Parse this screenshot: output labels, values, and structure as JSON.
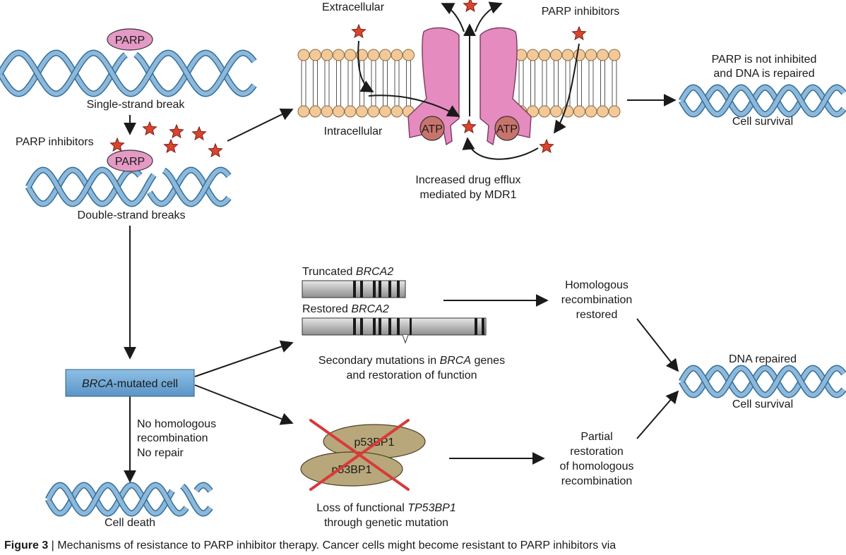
{
  "labels": {
    "parp": "PARP",
    "single_strand_break": "Single-strand break",
    "parp_inhibitors_left": "PARP inhibitors",
    "double_strand_breaks": "Double-strand breaks",
    "extracellular": "Extracellular",
    "intracellular": "Intracellular",
    "parp_inhibitors_top": "PARP inhibitors",
    "atp": "ATP",
    "efflux_line1": "Increased drug efflux",
    "efflux_line2": "mediated by MDR1",
    "not_inhibited_line1": "PARP is not inhibited",
    "not_inhibited_line2": "and DNA is repaired",
    "cell_survival_top": "Cell survival",
    "brca_cell_italic": "BRCA",
    "brca_cell_rest": "-mutated cell",
    "no_hr_line1": "No homologous",
    "no_hr_line2": "recombination",
    "no_hr_line3": "No repair",
    "cell_death": "Cell death",
    "truncated_prefix": "Truncated ",
    "truncated_gene": "BRCA2",
    "restored_prefix": "Restored ",
    "restored_gene": "BRCA2",
    "secondary_line1_a": "Secondary mutations in ",
    "secondary_line1_b": "BRCA",
    "secondary_line1_c": " genes",
    "secondary_line2": "and restoration of function",
    "hr_restored_line1": "Homologous",
    "hr_restored_line2": "recombination",
    "hr_restored_line3": "restored",
    "dna_repaired": "DNA repaired",
    "cell_survival_bottom": "Cell survival",
    "p53bp1": "p53BP1",
    "loss_line1_a": "Loss of functional ",
    "loss_line1_b": "TP53BP1",
    "loss_line2": "through genetic mutation",
    "partial_line1": "Partial",
    "partial_line2": "restoration",
    "partial_line3": "of homologous",
    "partial_line4": "recombination"
  },
  "caption": {
    "figure_label": "Figure 3",
    "separator": " | ",
    "text": "Mechanisms of resistance to PARP inhibitor therapy. Cancer cells might become resistant to PARP inhibitors via"
  },
  "colors": {
    "dna_strand": "#8fb8d8",
    "dna_stroke": "#2f6f9f",
    "parp_fill": "#e59ac6",
    "pump_fill": "#e58bbf",
    "lipid_head": "#f3c99a",
    "atp_fill": "#c8746c",
    "drug_star": "#d9442f",
    "p53bp1_fill": "#b8a77a",
    "brca_box_fill": "#6fa6d4",
    "cross": "#d83a3a"
  }
}
